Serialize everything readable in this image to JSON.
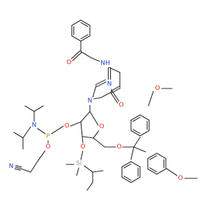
{
  "colors": {
    "bond": "#262626",
    "carbon": "#262626",
    "oxygen": "#e0281f",
    "nitrogen": "#1f3bd6",
    "phosphorus": "#d98a00",
    "silicon": "#b08a6a",
    "background": "#ffffff"
  },
  "atom_labels": {
    "amide_oxygen": "O",
    "amide_nh": "NH",
    "pyrimidine_n3": "N",
    "pyrimidine_n1": "N",
    "carbonyl_oxygen": "O",
    "ring_oxygen": "O",
    "phosphite_oxygen": "O",
    "phosphorus": "P",
    "amine_nitrogen": "N",
    "cyanoethyl_oxygen": "O",
    "nitrile_nitrogen": "N",
    "silyl_oxygen": "O",
    "silicon": "Si",
    "trityl_ether_oxygen": "O",
    "methoxy_oxygen_top": "O",
    "methoxy_oxygen_right": "O"
  }
}
